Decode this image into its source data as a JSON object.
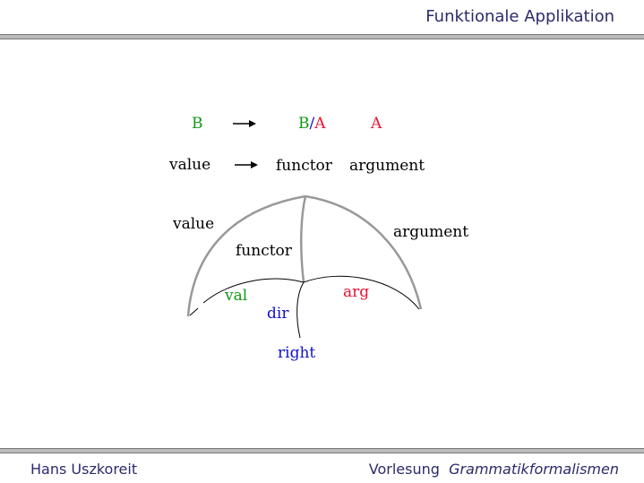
{
  "header": {
    "title": "Funktionale Applikation"
  },
  "formula1": {
    "result": "B",
    "functor_left": "B",
    "slash": "/",
    "functor_right": "A",
    "argument": "A"
  },
  "formula2": {
    "result": "value",
    "functor": "functor",
    "argument": "argument"
  },
  "diagram": {
    "value": "value",
    "functor": "functor",
    "argument": "argument",
    "val": "val",
    "arg": "arg",
    "dir": "dir",
    "right": "right"
  },
  "footer": {
    "author": "Hans Uszkoreit",
    "lecture_label": "Vorlesung",
    "course": "Grammatikformalismen"
  },
  "colors": {
    "green": "#119911",
    "red": "#ee1133",
    "blue": "#1111cc",
    "title": "#2b2b6b"
  }
}
